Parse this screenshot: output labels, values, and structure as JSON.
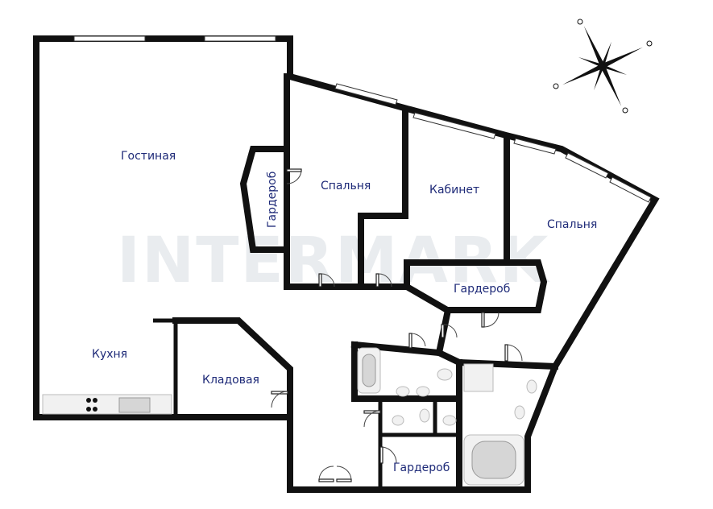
{
  "watermark": "INTERMARK",
  "rooms": {
    "living": "Гостиная",
    "bedroom1": "Спальня",
    "study": "Кабинет",
    "bedroom2": "Спальня",
    "wardrobe_vertical": "Гардероб",
    "wardrobe_mid": "Гардероб",
    "kitchen": "Кухня",
    "storage": "Кладовая",
    "wardrobe_bottom": "Гардероб"
  },
  "compass_icon": "compass-rose-icon",
  "colors": {
    "wall": "#111111",
    "label": "#1e2a78",
    "watermark": "#e9ecef"
  }
}
